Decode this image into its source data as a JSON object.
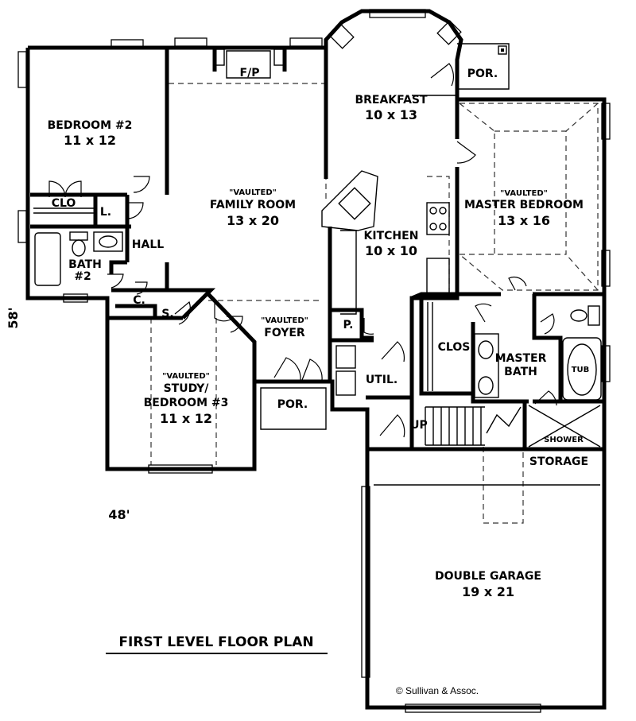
{
  "rooms": {
    "bedroom2": {
      "name": "BEDROOM #2",
      "size": "11 x 12"
    },
    "clo": "CLO",
    "linen": "L.",
    "hall": "HALL",
    "bath2": {
      "line1": "BATH",
      "line2": "#2"
    },
    "closet_c": "C.",
    "storage_s": "S.",
    "fireplace": "F/P",
    "family": {
      "note": "\"VAULTED\"",
      "name": "FAMILY ROOM",
      "size": "13 x 20"
    },
    "breakfast": {
      "name": "BREAKFAST",
      "size": "10 x 13"
    },
    "porch_rear": "POR.",
    "master_bedroom": {
      "note": "\"VAULTED\"",
      "name": "MASTER BEDROOM",
      "size": "13 x 16"
    },
    "kitchen": {
      "name": "KITCHEN",
      "size": "10 x 10"
    },
    "pantry": "P.",
    "foyer": {
      "note": "\"VAULTED\"",
      "name": "FOYER"
    },
    "study": {
      "note": "\"VAULTED\"",
      "line1": "STUDY/",
      "line2": "BEDROOM #3",
      "size": "11 x 12"
    },
    "porch_front": "POR.",
    "util": "UTIL.",
    "clos": "CLOS",
    "master_bath": {
      "line1": "MASTER",
      "line2": "BATH"
    },
    "tub": "TUB",
    "up": "UP",
    "shower": "SHOWER",
    "storage": "STORAGE",
    "garage": {
      "name": "DOUBLE GARAGE",
      "size": "19 x 21"
    }
  },
  "dimensions": {
    "width": "48'",
    "depth": "58'"
  },
  "title": "FIRST LEVEL FLOOR PLAN",
  "credit": "© Sullivan & Assoc."
}
